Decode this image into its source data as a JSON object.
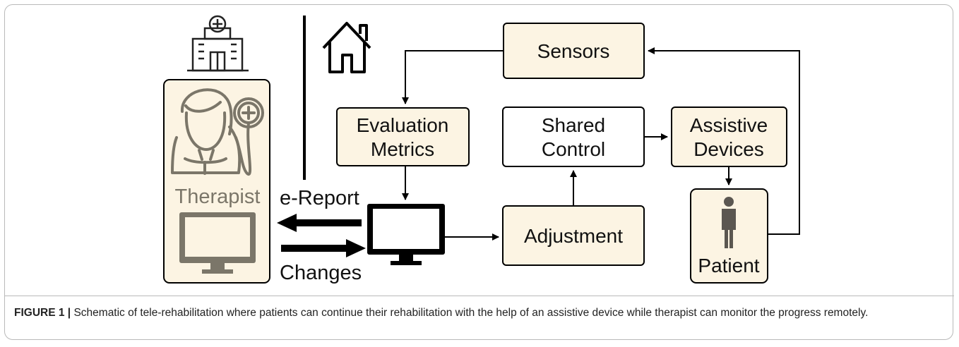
{
  "diagram": {
    "therapist_label": "Therapist",
    "e_report_label": "e-Report",
    "changes_label": "Changes",
    "patient_label": "Patient",
    "nodes": {
      "sensors": "Sensors",
      "evaluation_line1": "Evaluation",
      "evaluation_line2": "Metrics",
      "shared_line1": "Shared",
      "shared_line2": "Control",
      "assistive_line1": "Assistive",
      "assistive_line2": "Devices",
      "adjustment": "Adjustment"
    },
    "colors": {
      "node_fill": "#fcf4e3",
      "therapist_icon": "#7b7669",
      "line": "#000000"
    },
    "icons": [
      "hospital-icon",
      "home-icon",
      "therapist-icon",
      "monitor-icon",
      "person-icon"
    ]
  },
  "caption": {
    "label": "FIGURE 1 |",
    "text": " Schematic of tele-rehabilitation where patients can continue their rehabilitation with the help of an assistive device while therapist can monitor the progress remotely."
  }
}
